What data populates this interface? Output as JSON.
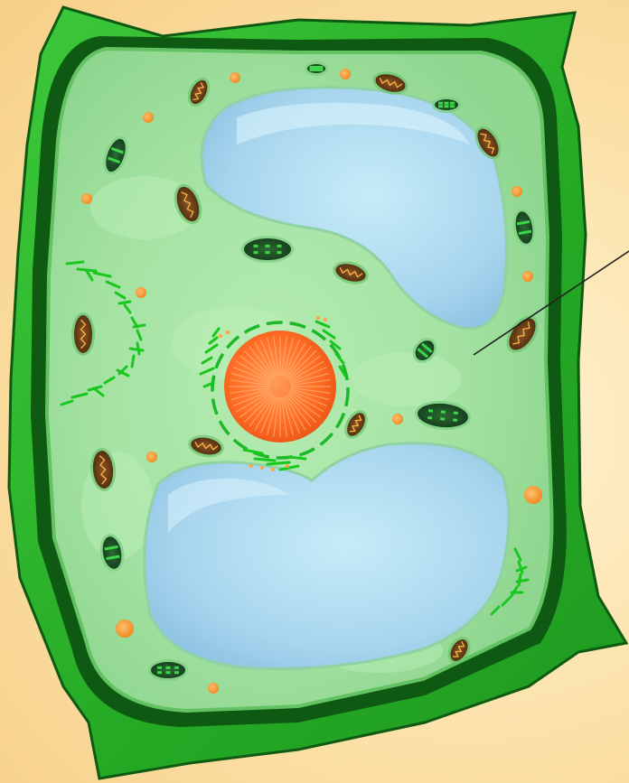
{
  "diagram": {
    "subject": "plant cell",
    "parts": {
      "cell_wall": "cell-wall",
      "cell_membrane": "cell-membrane",
      "cytoplasm": "cytoplasm",
      "vacuoles": [
        "vacuole-upper",
        "vacuole-lower"
      ],
      "nucleus": "nucleus",
      "nuclear_envelope": "nuclear-envelope",
      "endoplasmic_reticulum": [
        "er-left",
        "er-nucleus",
        "er-right"
      ],
      "chloroplasts": "chloroplast",
      "mitochondria": "mitochondrion",
      "vesicles": "vesicle"
    },
    "pointer": {
      "target": "cytoplasm",
      "label": ""
    }
  },
  "colors": {
    "background": "#fbe0a6",
    "cell_wall": "#2bb52b",
    "cell_wall_outline": "#0f5a12",
    "cytoplasm": "#a8e6a8",
    "vacuole": "#a9d6ef",
    "nucleus": "#ff7a2a",
    "er": "#19c71e",
    "chloroplast": "#1b4a24",
    "mitochondrion": "#7a4a1a",
    "vesicle": "#ff9a35",
    "pointer_line": "#222222"
  }
}
